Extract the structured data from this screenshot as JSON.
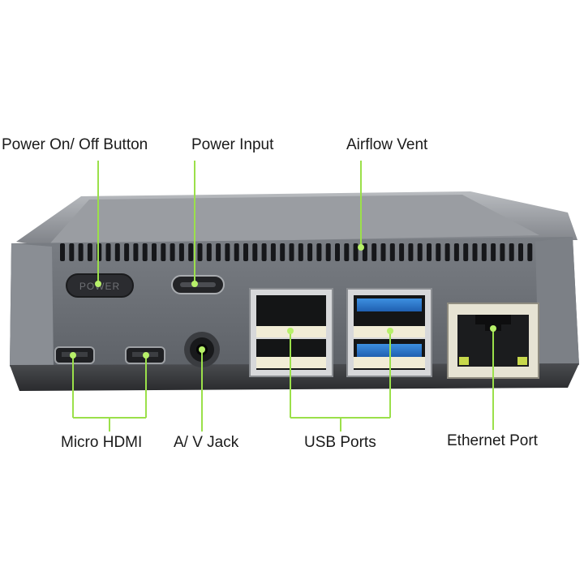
{
  "image": {
    "subject": "Mini PC case, rear port panel",
    "callout_color": "#9be04a",
    "case_color": "#6e7278"
  },
  "labels": {
    "power_button": "Power On/ Off Button",
    "power_input": "Power Input",
    "airflow_vent": "Airflow Vent",
    "micro_hdmi": "Micro HDMI",
    "av_jack": "A/ V Jack",
    "usb_ports": "USB Ports",
    "ethernet_port": "Ethernet Port"
  },
  "button_text": "POWER"
}
